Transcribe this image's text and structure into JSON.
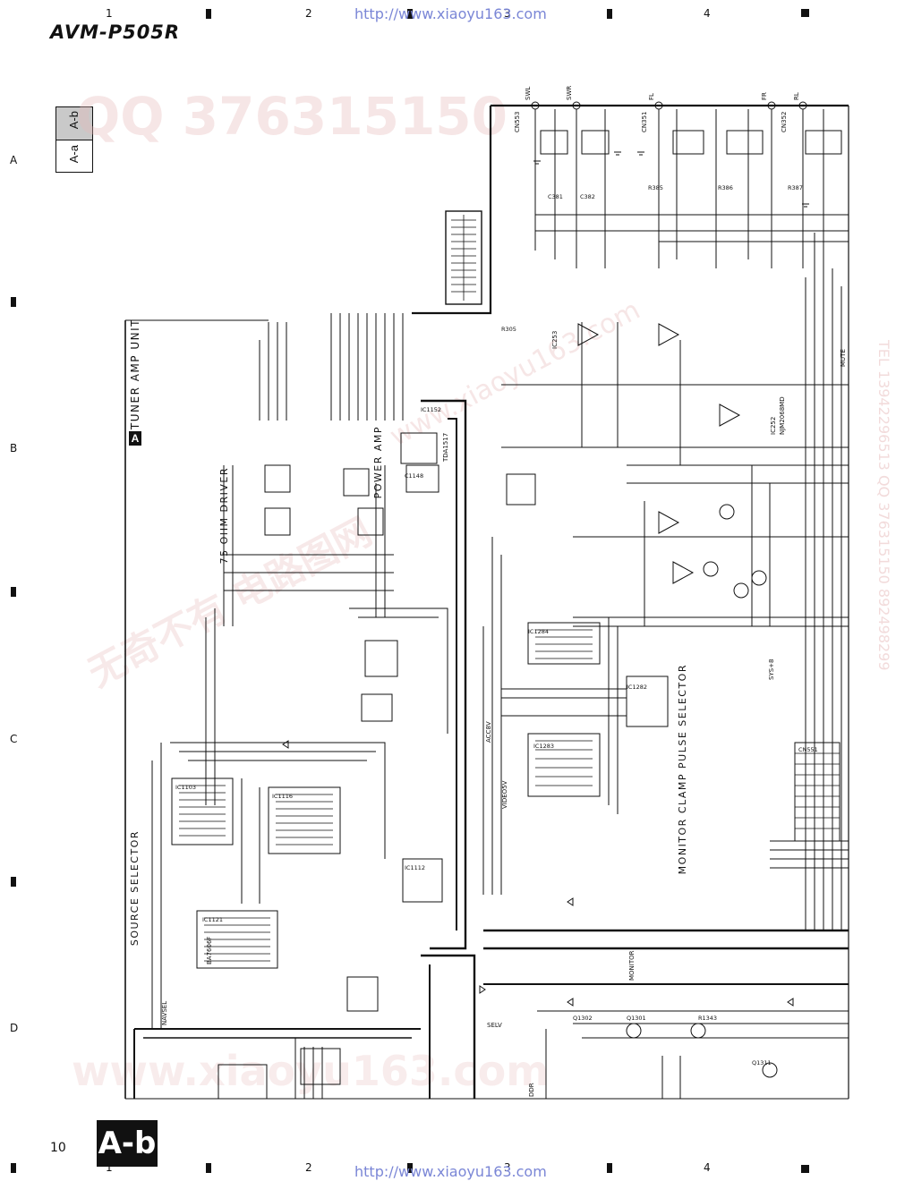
{
  "header": {
    "model": "AVM-P505R",
    "url_top": "http://www.xiaoyu163.com",
    "url_bottom": "http://www.xiaoyu163.com",
    "columns": [
      "1",
      "2",
      "3",
      "4"
    ],
    "rows": [
      "A",
      "B",
      "C",
      "D"
    ]
  },
  "tab": {
    "upper": "A-b",
    "lower": "A-a"
  },
  "footer": {
    "page_number": "10",
    "sheet_label": "A-b"
  },
  "schematic": {
    "unit_badge": "A",
    "unit_title": "TUNER AMP UNIT",
    "section_75ohm": "75 OHM DRIVER",
    "section_source": "SOURCE SELECTOR",
    "section_power": "POWER AMP",
    "section_monitor": "MONITOR CLAMP PULSE SELECTOR",
    "connectors": [
      "CN553",
      "CN351",
      "CN352"
    ],
    "output_labels": [
      "SWL",
      "SWR",
      "FL",
      "FR",
      "RL"
    ],
    "ics": [
      "IC253",
      "IC252",
      "IC1112",
      "IC1121",
      "IC1116",
      "IC1103",
      "IC1282"
    ],
    "part_refs": [
      "NJM2068MD",
      "BA7606F",
      "TDA1517"
    ],
    "misc_labels": [
      "SYS+8",
      "MUTE",
      "ACC8V",
      "VIDEO5V",
      "DDR",
      "MONITOR",
      "NAVSEL",
      "SELV"
    ]
  },
  "watermarks": {
    "qq": "QQ 376315150",
    "chinese": "无奇不有 电路图网",
    "tel_vertical": "TEL 13942296513 QQ 376315150 892498299",
    "site": "www.xiaoyu163.com"
  },
  "colors": {
    "ink": "#111111",
    "url": "#7a86d6",
    "watermark": "#e6b8b8",
    "tab_shade": "#c9c9c9"
  }
}
